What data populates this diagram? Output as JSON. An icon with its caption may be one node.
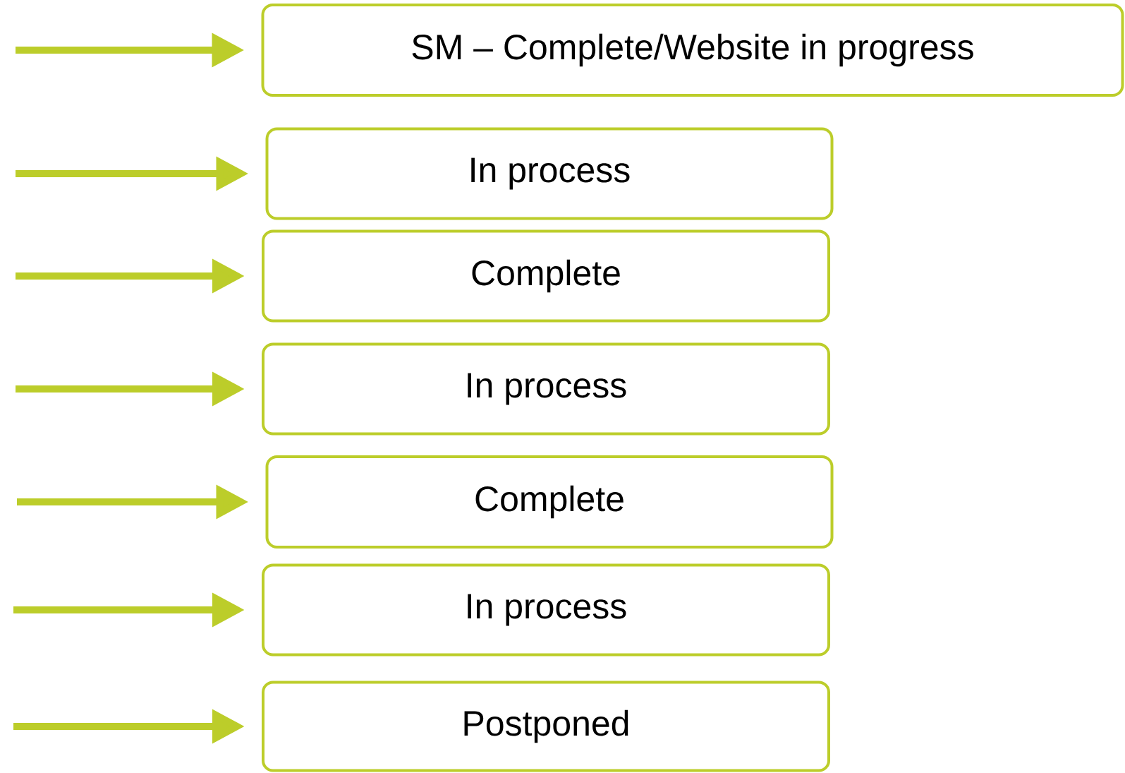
{
  "diagram": {
    "nodes": [
      {
        "text": [
          "SM – Complete/Website in progress"
        ]
      },
      {
        "text": [
          "In process"
        ]
      },
      {
        "text": [
          "Complete"
        ]
      },
      {
        "text": [
          "In process"
        ]
      },
      {
        "text": [
          "Complete"
        ]
      },
      {
        "text": [
          "In process"
        ]
      },
      {
        "text": [
          "Postponed"
        ]
      }
    ],
    "edges": [
      {
        "from": null,
        "to": 0,
        "arrow": "to"
      },
      {
        "from": null,
        "to": 1,
        "arrow": "to"
      },
      {
        "from": null,
        "to": 2,
        "arrow": "to"
      },
      {
        "from": null,
        "to": 3,
        "arrow": "to"
      },
      {
        "from": null,
        "to": 4,
        "arrow": "to"
      },
      {
        "from": null,
        "to": 5,
        "arrow": "to"
      },
      {
        "from": null,
        "to": 6,
        "arrow": "to"
      }
    ]
  }
}
